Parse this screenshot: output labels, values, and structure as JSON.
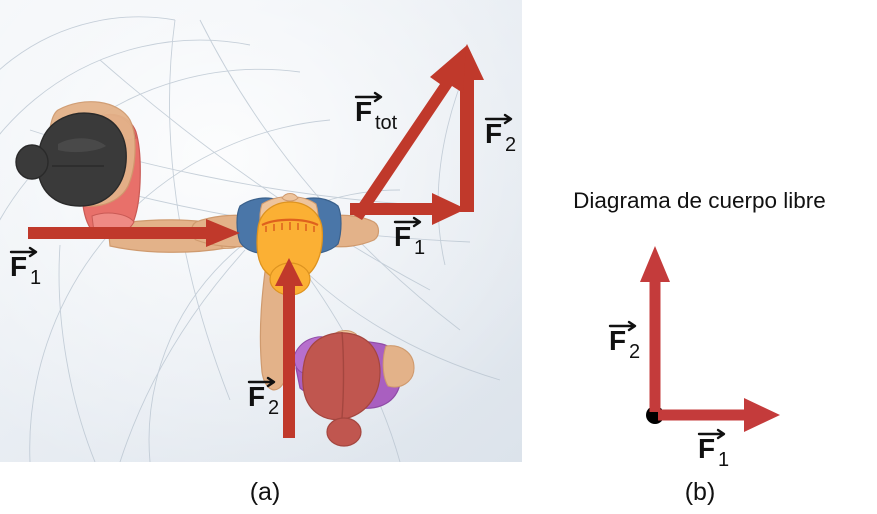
{
  "figure": {
    "type": "physics-vector-diagram",
    "language": "es",
    "background_color": "#ffffff",
    "panels": [
      {
        "id": "a",
        "caption": "(a)",
        "kind": "illustration",
        "background_color": "#e6ebf1",
        "description": "Vista superior de tres personas empujando un objeto"
      },
      {
        "id": "b",
        "caption": "(b)",
        "kind": "free-body-diagram",
        "background_color": "#ffffff",
        "title": "Diagrama de cuerpo libre"
      }
    ]
  },
  "colors": {
    "arrow_red": "#c0392b",
    "arrow_red_light": "#cb4335",
    "dot_black": "#000000",
    "label_black": "#111111",
    "panel_bg": "#e6ebf1",
    "arc_line": "#b9c4cf",
    "skin": "#e3b289",
    "skin_light": "#eec49c",
    "shirt_coral": "#e8706a",
    "shirt_blue": "#4a76a8",
    "shirt_purple": "#a95fc0",
    "hair_black": "#3a3a3a",
    "hair_blonde": "#fbb034",
    "hair_red": "#c0564f"
  },
  "panel_a": {
    "vectors": [
      {
        "name": "F1-push-left-person",
        "label_main": "F",
        "label_sub": "1",
        "direction": "right",
        "has_vector_accent": true
      },
      {
        "name": "F2-push-bottom-person",
        "label_main": "F",
        "label_sub": "2",
        "direction": "up",
        "has_vector_accent": true
      }
    ],
    "triangle": {
      "name": "vector-addition-triangle",
      "vectors": [
        {
          "name": "F-tot",
          "label_main": "F",
          "label_sub": "tot",
          "direction": "diagonal-up-right",
          "has_vector_accent": true
        },
        {
          "name": "F1",
          "label_main": "F",
          "label_sub": "1",
          "direction": "right",
          "has_vector_accent": true
        },
        {
          "name": "F2",
          "label_main": "F",
          "label_sub": "2",
          "direction": "up",
          "has_vector_accent": true
        }
      ]
    },
    "people": [
      {
        "name": "person-left-pusher",
        "shirt": "coral",
        "hair": "black-bun"
      },
      {
        "name": "person-center-pushed",
        "shirt": "blue",
        "hair": "blonde"
      },
      {
        "name": "person-bottom-pusher",
        "shirt": "purple",
        "hair": "red"
      }
    ]
  },
  "panel_b": {
    "title": "Diagrama de cuerpo libre",
    "caption": "(b)",
    "origin_point": {
      "name": "body-point",
      "label": ""
    },
    "vectors": [
      {
        "name": "F2",
        "label_main": "F",
        "label_sub": "2",
        "direction": "up",
        "has_vector_accent": true
      },
      {
        "name": "F1",
        "label_main": "F",
        "label_sub": "1",
        "direction": "right",
        "has_vector_accent": true
      }
    ]
  },
  "labels": {
    "F": "F",
    "sub_1": "1",
    "sub_2": "2",
    "sub_tot": "tot",
    "caption_a": "(a)",
    "caption_b": "(b)",
    "fbd_title": "Diagrama de cuerpo libre"
  }
}
